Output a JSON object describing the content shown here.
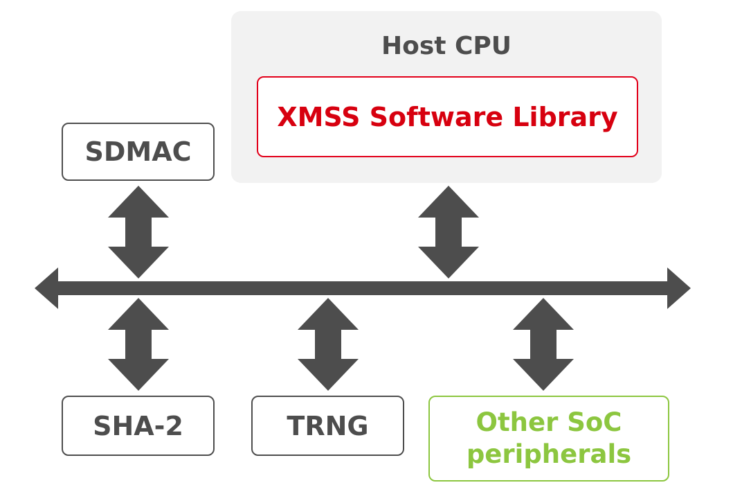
{
  "host": {
    "title": "Host CPU",
    "library": "XMSS Software Library"
  },
  "blocks": {
    "sdmac": "SDMAC",
    "sha2": "SHA-2",
    "trng": "TRNG",
    "other": "Other SoC\nperipherals"
  },
  "colors": {
    "dark_grey": "#4d4d4d",
    "red": "#e2001a",
    "green": "#8cc63f",
    "host_bg": "#f2f2f2"
  },
  "icons": {
    "bus": "double-headed-horizontal-arrow",
    "connectors": "double-headed-vertical-arrow"
  }
}
